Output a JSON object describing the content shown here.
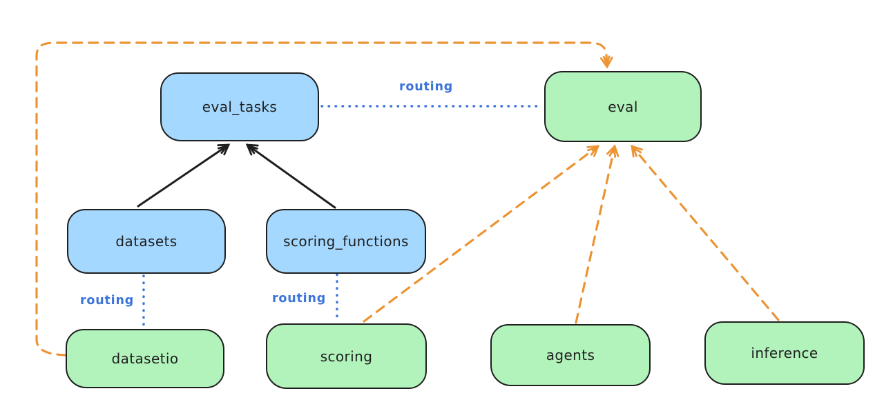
{
  "diagram_type": "architecture-routing-diagram",
  "colors": {
    "node_blue": "#a5d8ff",
    "node_green": "#b2f2bb",
    "border": "#1e1e1e",
    "routing_blue": "#3b74d8",
    "orange": "#ec9434",
    "background": "#ffffff"
  },
  "nodes": [
    {
      "id": "eval_tasks",
      "label": "eval_tasks",
      "color": "blue"
    },
    {
      "id": "eval",
      "label": "eval",
      "color": "green"
    },
    {
      "id": "datasets",
      "label": "datasets",
      "color": "blue"
    },
    {
      "id": "scoring_functions",
      "label": "scoring_functions",
      "color": "blue"
    },
    {
      "id": "datasetio",
      "label": "datasetio",
      "color": "green"
    },
    {
      "id": "scoring",
      "label": "scoring",
      "color": "green"
    },
    {
      "id": "agents",
      "label": "agents",
      "color": "green"
    },
    {
      "id": "inference",
      "label": "inference",
      "color": "green"
    }
  ],
  "edges": [
    {
      "from": "eval_tasks",
      "to": "eval",
      "style": "blue-dotted",
      "label": "routing"
    },
    {
      "from": "datasets",
      "to": "datasetio",
      "style": "blue-dotted",
      "label": "routing"
    },
    {
      "from": "scoring_functions",
      "to": "scoring",
      "style": "blue-dotted",
      "label": "routing"
    },
    {
      "from": "datasets",
      "to": "eval_tasks",
      "style": "black-solid-arrow",
      "label": ""
    },
    {
      "from": "scoring_functions",
      "to": "eval_tasks",
      "style": "black-solid-arrow",
      "label": ""
    },
    {
      "from": "datasetio",
      "to": "eval",
      "style": "orange-dashed-arrow",
      "label": ""
    },
    {
      "from": "scoring",
      "to": "eval",
      "style": "orange-dashed-arrow",
      "label": ""
    },
    {
      "from": "agents",
      "to": "eval",
      "style": "orange-dashed-arrow",
      "label": ""
    },
    {
      "from": "inference",
      "to": "eval",
      "style": "orange-dashed-arrow",
      "label": ""
    }
  ]
}
